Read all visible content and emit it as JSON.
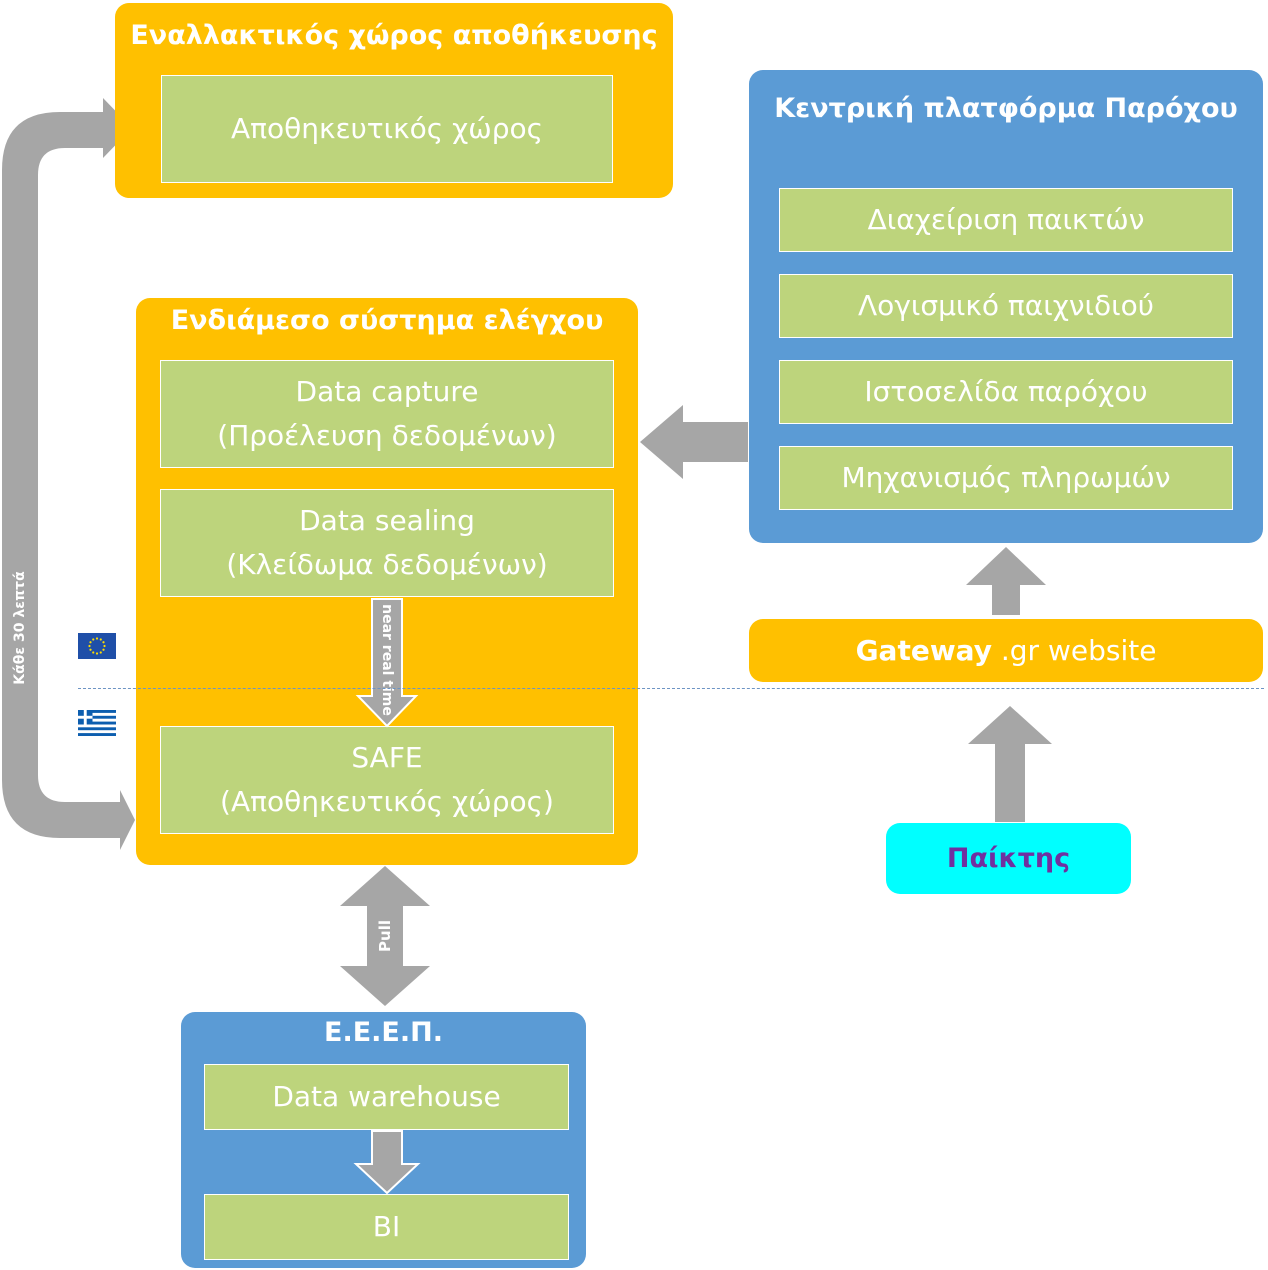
{
  "alt_storage": {
    "title": "Εναλλακτικός χώρος αποθήκευσης",
    "item": "Αποθηκευτικός χώρος"
  },
  "control_system": {
    "title": "Ενδιάμεσο σύστημα ελέγχου",
    "capture_line1": "Data capture",
    "capture_line2": "(Προέλευση δεδομένων)",
    "sealing_line1": "Data sealing",
    "sealing_line2": "(Κλείδωμα δεδομένων)",
    "safe_line1": "SAFE",
    "safe_line2": "(Αποθηκευτικός χώρος)"
  },
  "platform": {
    "title": "Κεντρική πλατφόρμα Παρόχου",
    "items": [
      "Διαχείριση παικτών",
      "Λογισμικό παιχνιδιού",
      "Ιστοσελίδα παρόχου",
      "Μηχανισμός πληρωμών"
    ]
  },
  "gateway": {
    "bold": "Gateway",
    "rest": " .gr website"
  },
  "player": {
    "label": "Παίκτης"
  },
  "eeep": {
    "title": "Ε.Ε.Ε.Π.",
    "warehouse": "Data warehouse",
    "bi": "BI"
  },
  "arrow_labels": {
    "every_30": "Κάθε 30 λεπτά",
    "near_real_time": "near real time",
    "pull": "Pull"
  },
  "flags": {
    "upper": "eu-flag-icon",
    "lower": "greek-flag-icon"
  },
  "colors": {
    "orange": "#ffc000",
    "blue": "#5b9bd5",
    "green": "#bdd47c",
    "cyan": "#00ffff",
    "player_text": "#7030a0",
    "arrow_gray": "#a6a6a6"
  }
}
